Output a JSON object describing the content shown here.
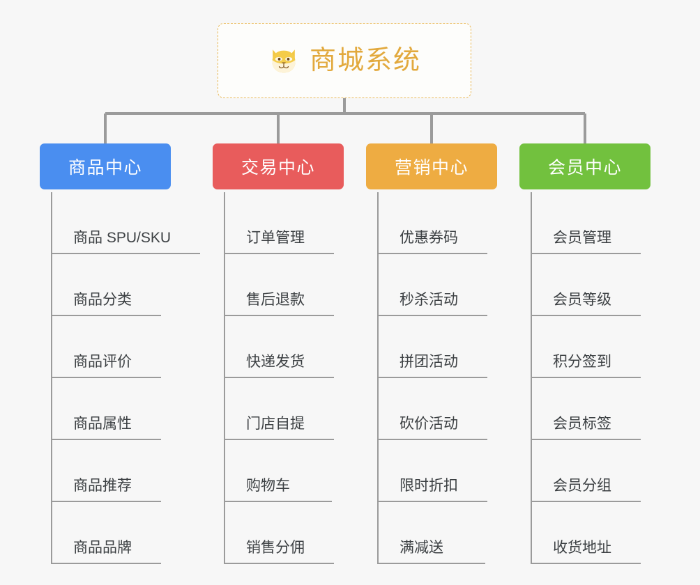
{
  "diagram": {
    "type": "mindmap-org-chart",
    "background_color": "#f7f7f7",
    "connector_color": "#9b9b9b"
  },
  "root": {
    "title": "商城系统",
    "icon": "dog-face-emoji",
    "text_color": "#e2a93d",
    "border_color": "#e9b959",
    "background_color": "#fdfdfb"
  },
  "branches": [
    {
      "label": "商品中心",
      "color": "#4a8ef0",
      "items": [
        "商品 SPU/SKU",
        "商品分类",
        "商品评价",
        "商品属性",
        "商品推荐",
        "商品品牌"
      ]
    },
    {
      "label": "交易中心",
      "color": "#e85c5c",
      "items": [
        "订单管理",
        "售后退款",
        "快递发货",
        "门店自提",
        "购物车",
        "销售分佣"
      ]
    },
    {
      "label": "营销中心",
      "color": "#eeac42",
      "items": [
        "优惠券码",
        "秒杀活动",
        "拼团活动",
        "砍价活动",
        "限时折扣",
        "满减送"
      ]
    },
    {
      "label": "会员中心",
      "color": "#72c13e",
      "items": [
        "会员管理",
        "会员等级",
        "积分签到",
        "会员标签",
        "会员分组",
        "收货地址"
      ]
    }
  ]
}
